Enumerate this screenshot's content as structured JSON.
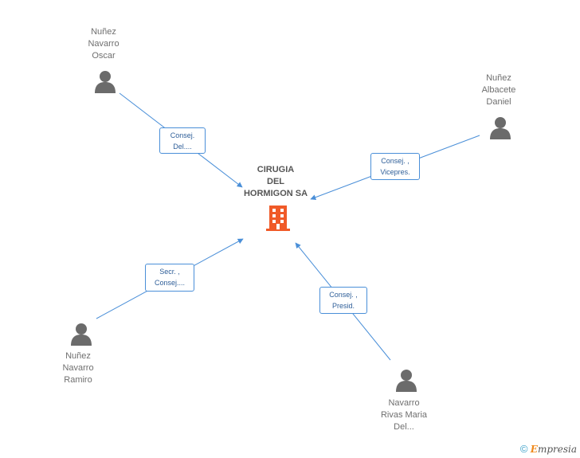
{
  "company": {
    "name": "CIRUGIA\nDEL\nHORMIGON SA",
    "icon": "building-icon",
    "color": "#f05a28"
  },
  "people": [
    {
      "id": "p1",
      "name": "Nuñez\nNavarro\nOscar",
      "icon": "person-icon"
    },
    {
      "id": "p2",
      "name": "Nuñez\nAlbacete\nDaniel",
      "icon": "person-icon"
    },
    {
      "id": "p3",
      "name": "Nuñez\nNavarro\nRamiro",
      "icon": "person-icon"
    },
    {
      "id": "p4",
      "name": "Navarro\nRivas Maria\nDel...",
      "icon": "person-icon"
    }
  ],
  "roles": [
    {
      "id": "r1",
      "label": "Consej.\nDel...."
    },
    {
      "id": "r2",
      "label": "Consej. ,\nVicepres."
    },
    {
      "id": "r3",
      "label": "Secr. ,\nConsej...."
    },
    {
      "id": "r4",
      "label": "Consej. ,\nPresid."
    }
  ],
  "colors": {
    "line": "#4a8fd8",
    "icon": "#6b6b6b"
  },
  "footer": {
    "copyright": "©",
    "brand_initial": "E",
    "brand_rest": "mpresia"
  }
}
